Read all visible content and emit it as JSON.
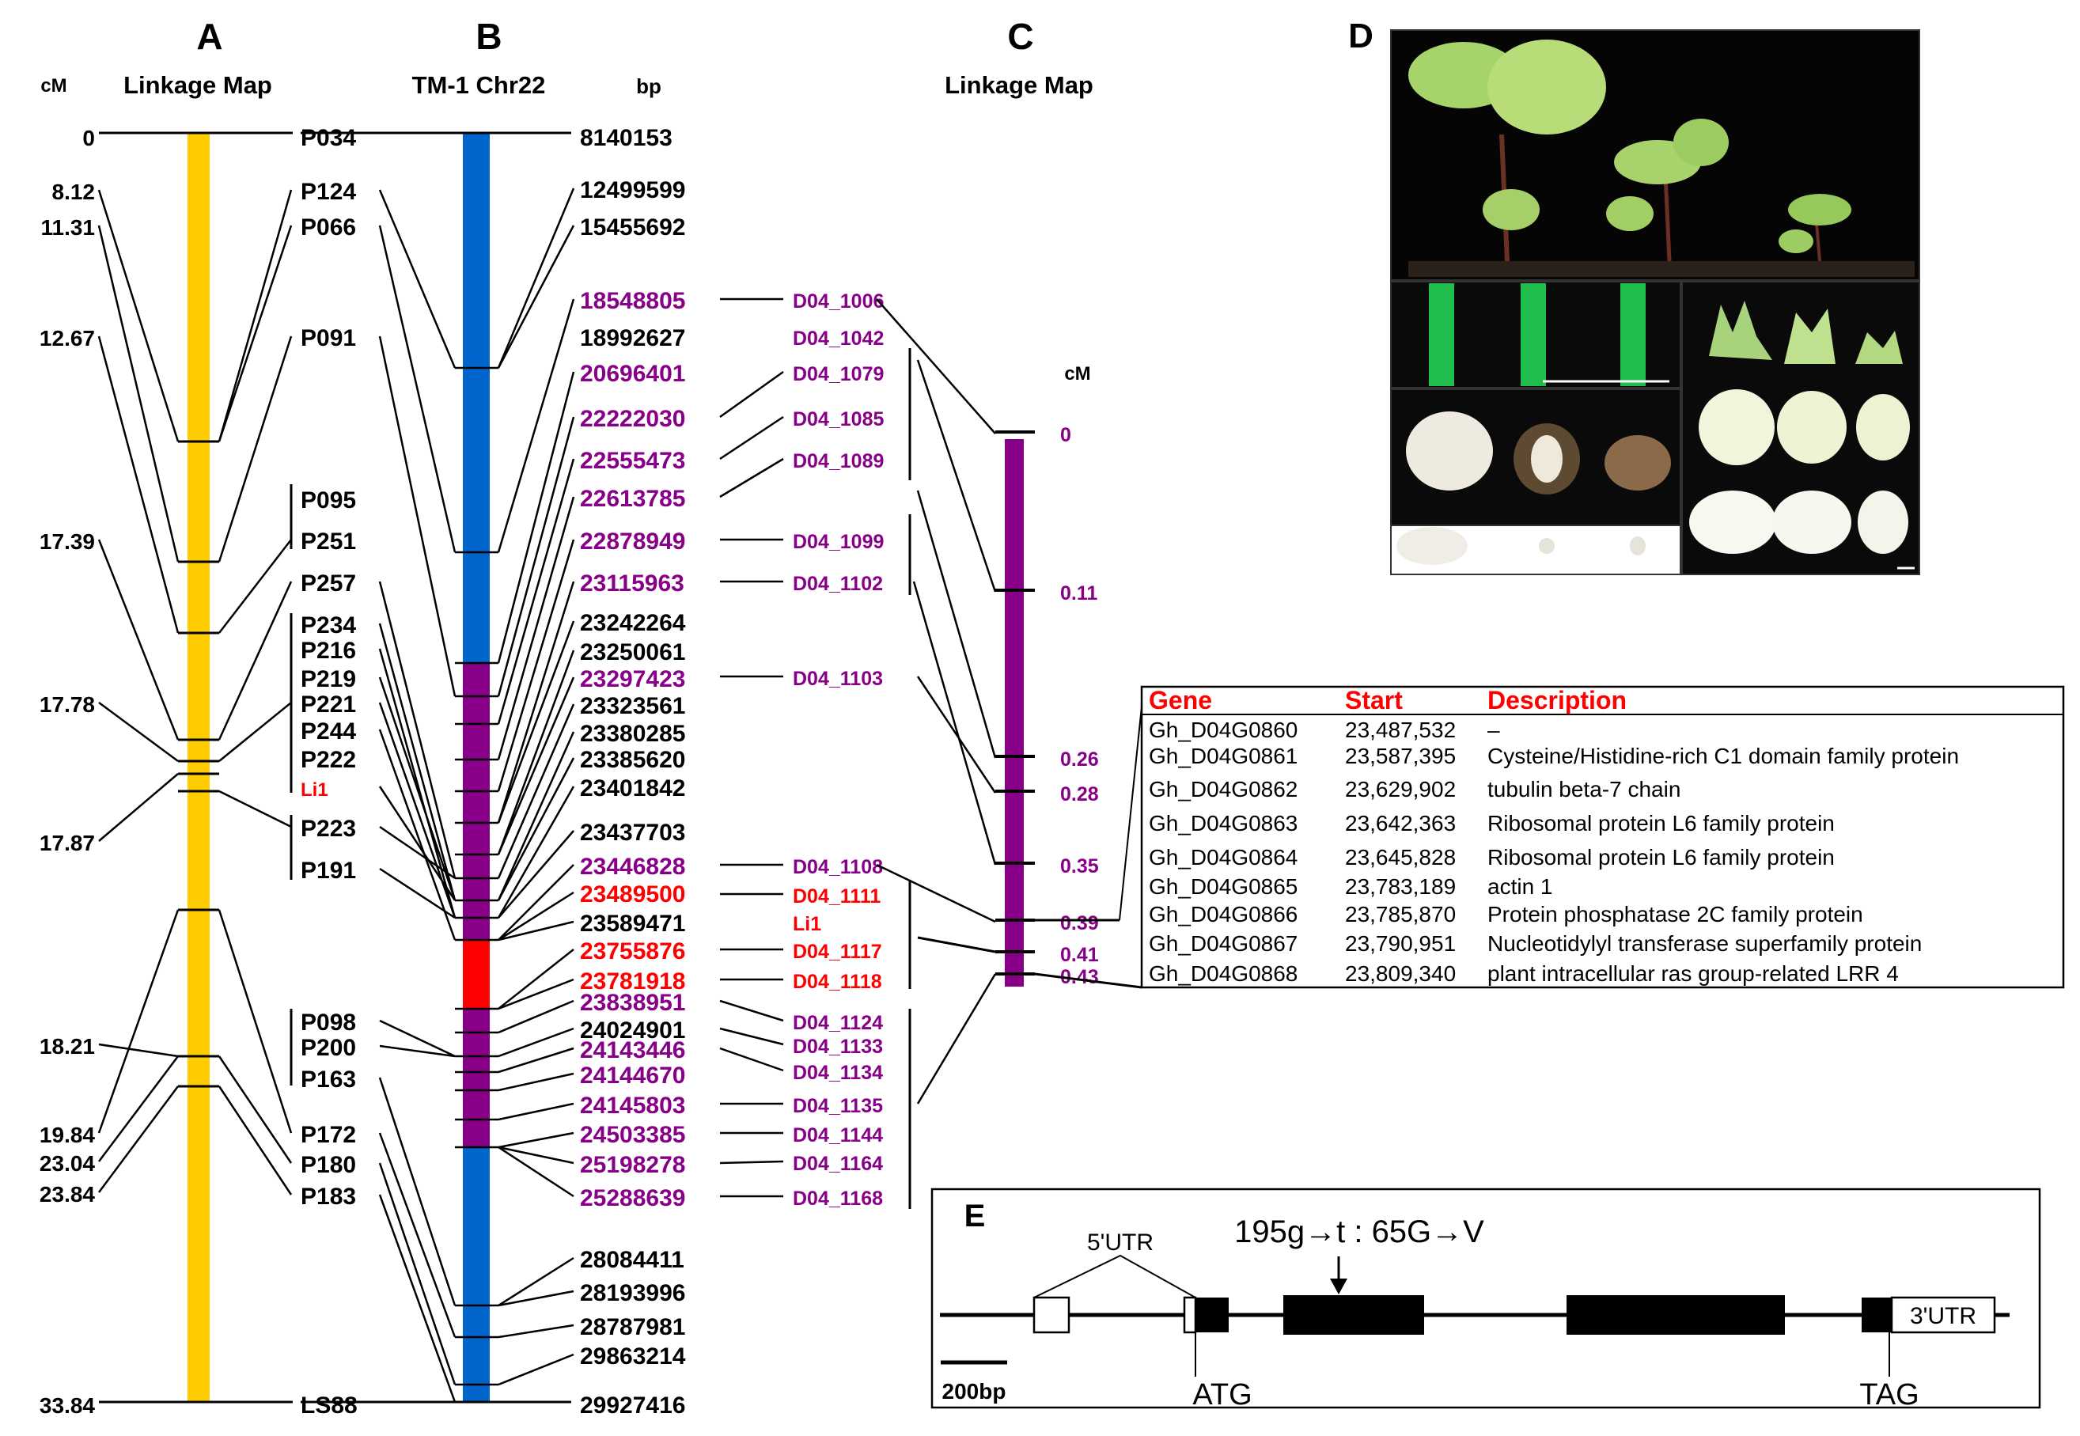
{
  "panel_a": {
    "letter": "A",
    "title": "Linkage Map",
    "unit": "cM",
    "positions": [
      "0",
      "8.12",
      "11.31",
      "12.67",
      "17.39",
      "17.78",
      "17.87",
      "18.21",
      "19.84",
      "23.04",
      "23.84",
      "33.84"
    ],
    "markers": [
      "P034",
      "P124",
      "P066",
      "P091",
      "P095",
      "P251",
      "P257",
      "P234",
      "P216",
      "P219",
      "P221",
      "P244",
      "P222",
      "Li1",
      "P223",
      "P191",
      "P098",
      "P200",
      "P163",
      "P172",
      "P180",
      "P183",
      "LS88"
    ]
  },
  "panel_b": {
    "letter": "B",
    "title": "TM-1 Chr22",
    "unit": "bp",
    "positions": [
      {
        "v": "8140153",
        "c": "black"
      },
      {
        "v": "12499599",
        "c": "black"
      },
      {
        "v": "15455692",
        "c": "black"
      },
      {
        "v": "18548805",
        "c": "purple"
      },
      {
        "v": "18992627",
        "c": "black"
      },
      {
        "v": "20696401",
        "c": "purple"
      },
      {
        "v": "22222030",
        "c": "purple"
      },
      {
        "v": "22555473",
        "c": "purple"
      },
      {
        "v": "22613785",
        "c": "purple"
      },
      {
        "v": "22878949",
        "c": "purple"
      },
      {
        "v": "23115963",
        "c": "purple"
      },
      {
        "v": "23242264",
        "c": "black"
      },
      {
        "v": "23250061",
        "c": "black"
      },
      {
        "v": "23297423",
        "c": "purple"
      },
      {
        "v": "23323561",
        "c": "black"
      },
      {
        "v": "23380285",
        "c": "black"
      },
      {
        "v": "23385620",
        "c": "black"
      },
      {
        "v": "23401842",
        "c": "black"
      },
      {
        "v": "23437703",
        "c": "black"
      },
      {
        "v": "23446828",
        "c": "purple"
      },
      {
        "v": "23489500",
        "c": "red"
      },
      {
        "v": "23589471",
        "c": "black"
      },
      {
        "v": "23755876",
        "c": "red"
      },
      {
        "v": "23781918",
        "c": "red"
      },
      {
        "v": "23838951",
        "c": "purple"
      },
      {
        "v": "24024901",
        "c": "black"
      },
      {
        "v": "24143446",
        "c": "purple"
      },
      {
        "v": "24144670",
        "c": "purple"
      },
      {
        "v": "24145803",
        "c": "purple"
      },
      {
        "v": "24503385",
        "c": "purple"
      },
      {
        "v": "25198278",
        "c": "purple"
      },
      {
        "v": "25288639",
        "c": "purple"
      },
      {
        "v": "28084411",
        "c": "black"
      },
      {
        "v": "28193996",
        "c": "black"
      },
      {
        "v": "28787981",
        "c": "black"
      },
      {
        "v": "29863214",
        "c": "black"
      },
      {
        "v": "29927416",
        "c": "black"
      }
    ]
  },
  "panel_c": {
    "letter": "C",
    "title": "Linkage Map",
    "unit": "cM",
    "markers": [
      {
        "n": "D04_1006",
        "c": "purple"
      },
      {
        "n": "D04_1042",
        "c": "purple"
      },
      {
        "n": "D04_1079",
        "c": "purple"
      },
      {
        "n": "D04_1085",
        "c": "purple"
      },
      {
        "n": "D04_1089",
        "c": "purple"
      },
      {
        "n": "D04_1099",
        "c": "purple"
      },
      {
        "n": "D04_1102",
        "c": "purple"
      },
      {
        "n": "D04_1103",
        "c": "purple"
      },
      {
        "n": "D04_1108",
        "c": "purple"
      },
      {
        "n": "D04_1111",
        "c": "red"
      },
      {
        "n": "Li1",
        "c": "red"
      },
      {
        "n": "D04_1117",
        "c": "red"
      },
      {
        "n": "D04_1118",
        "c": "red"
      },
      {
        "n": "D04_1124",
        "c": "purple"
      },
      {
        "n": "D04_1133",
        "c": "purple"
      },
      {
        "n": "D04_1134",
        "c": "purple"
      },
      {
        "n": "D04_1135",
        "c": "purple"
      },
      {
        "n": "D04_1144",
        "c": "purple"
      },
      {
        "n": "D04_1164",
        "c": "purple"
      },
      {
        "n": "D04_1168",
        "c": "purple"
      }
    ],
    "positions": [
      "0",
      "0.11",
      "0.26",
      "0.28",
      "0.35",
      "0.39",
      "0.41",
      "0.43"
    ]
  },
  "gene_table": {
    "headers": [
      "Gene",
      "Start",
      "Description"
    ],
    "rows": [
      [
        "Gh_D04G0860",
        "23,487,532",
        "–"
      ],
      [
        "Gh_D04G0861",
        "23,587,395",
        "Cysteine/Histidine-rich C1 domain family protein"
      ],
      [
        "Gh_D04G0862",
        "23,629,902",
        "tubulin beta-7 chain"
      ],
      [
        "Gh_D04G0863",
        "23,642,363",
        "Ribosomal protein L6 family protein"
      ],
      [
        "Gh_D04G0864",
        "23,645,828",
        "Ribosomal protein L6 family protein"
      ],
      [
        "Gh_D04G0865",
        "23,783,189",
        "actin 1"
      ],
      [
        "Gh_D04G0866",
        "23,785,870",
        "Protein phosphatase 2C family protein"
      ],
      [
        "Gh_D04G0867",
        "23,790,951",
        "Nucleotidylyl transferase superfamily protein"
      ],
      [
        "Gh_D04G0868",
        "23,809,340",
        "plant intracellular ras group-related LRR 4"
      ]
    ]
  },
  "panel_d": {
    "letter": "D"
  },
  "panel_e": {
    "letter": "E",
    "mutation": "195g→t : 65G→V",
    "utr5": "5'UTR",
    "utr3": "3'UTR",
    "start_codon": "ATG",
    "stop_codon": "TAG",
    "scale": "200bp"
  },
  "colors": {
    "yellow": "#FFCC00",
    "blue": "#0066CC",
    "purple": "#880088",
    "red": "#FF0000",
    "black": "#000000"
  }
}
